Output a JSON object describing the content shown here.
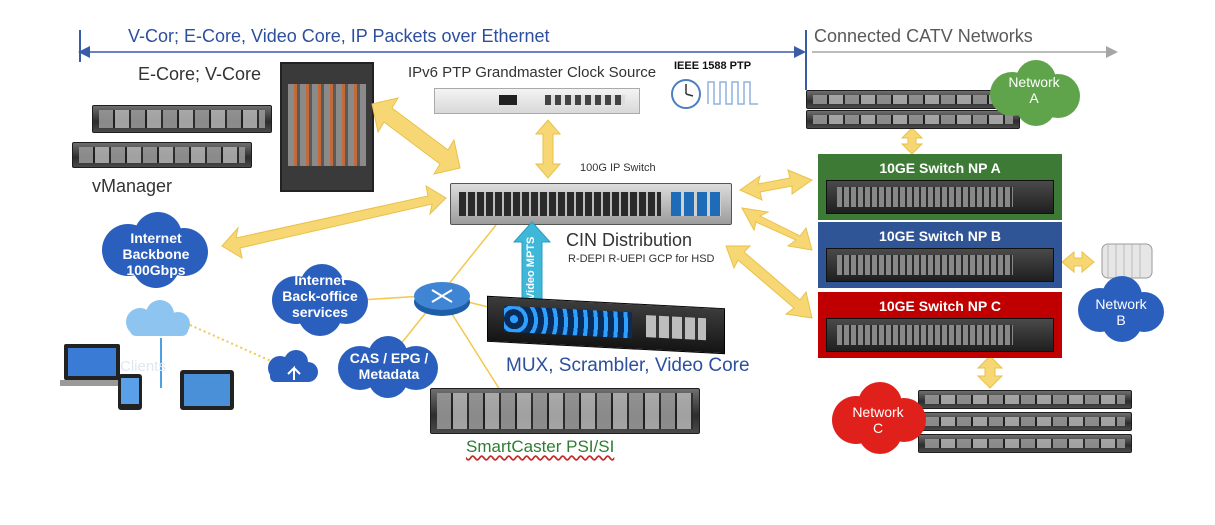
{
  "header": {
    "left_banner": "V-Cor; E-Core, Video Core,  IP Packets over Ethernet",
    "right_banner": "Connected CATV Networks"
  },
  "core": {
    "ecore_label": "E-Core; V-Core",
    "vmanager_label": "vManager"
  },
  "ptp": {
    "grandmaster_label": "IPv6 PTP Grandmaster Clock Source",
    "ieee_label": "IEEE 1588 PTP"
  },
  "switch": {
    "label": "100G IP Switch"
  },
  "cin": {
    "title": "CIN Distribution",
    "subtitle": "R-DEPI R-UEPI GCP for HSD",
    "video_mpts": "Video MPTS"
  },
  "clouds": {
    "internet_backbone": [
      "Internet",
      "Backbone",
      "100Gbps"
    ],
    "backoffice": [
      "Internet",
      "Back-office",
      "services"
    ],
    "cas": [
      "CAS / EPG /",
      "Metadata"
    ],
    "network_a": [
      "Network",
      "A"
    ],
    "network_b": [
      "Network",
      "B"
    ],
    "network_c": [
      "Network",
      "C"
    ]
  },
  "mux": {
    "label": "MUX, Scrambler, Video Core"
  },
  "smartcaster": {
    "label": "SmartCaster PSI/SI"
  },
  "clients": {
    "label": "Clients"
  },
  "np_switches": [
    {
      "title": "10GE Switch NP A",
      "color": "#3d7a35"
    },
    {
      "title": "10GE Switch NP B",
      "color": "#2f5597"
    },
    {
      "title": "10GE Switch NP C",
      "color": "#c00000"
    }
  ],
  "colors": {
    "arrow_fill": "#f7d774",
    "arrow_stroke": "#e8c24a",
    "cloud_blue": "#2b5fbd",
    "cloud_green": "#5fa44a",
    "cloud_red": "#e0201b",
    "line_blue": "#3a5ba8"
  }
}
